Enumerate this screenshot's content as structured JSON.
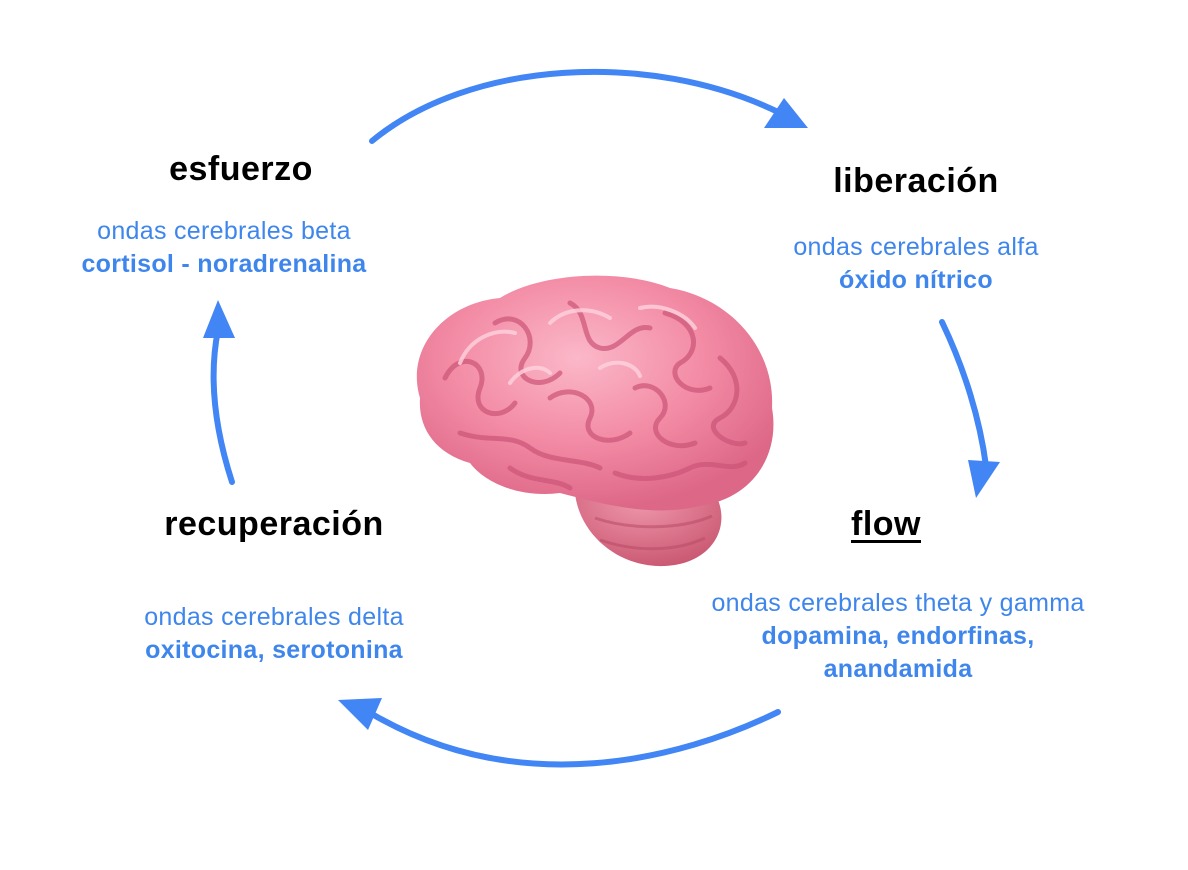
{
  "colors": {
    "arrow": "#4285f4",
    "accent_text": "#3f86ec",
    "title_text": "#000000",
    "brain_main": "#f38ba5",
    "brain_dark": "#d9607f",
    "brain_stem": "#d96a83"
  },
  "icon": "brain-icon",
  "stages": [
    {
      "title": "esfuerzo",
      "waves": "ondas cerebrales beta",
      "chemicals": [
        "cortisol - noradrenalina"
      ]
    },
    {
      "title": "liberación",
      "waves": "ondas cerebrales alfa",
      "chemicals": [
        "óxido nítrico"
      ]
    },
    {
      "title": "flow",
      "waves": "ondas cerebrales theta y gamma",
      "chemicals": [
        "dopamina, endorfinas,",
        "anandamida"
      ]
    },
    {
      "title": "recuperación",
      "waves": "ondas cerebrales delta",
      "chemicals": [
        "oxitocina, serotonina"
      ]
    }
  ]
}
